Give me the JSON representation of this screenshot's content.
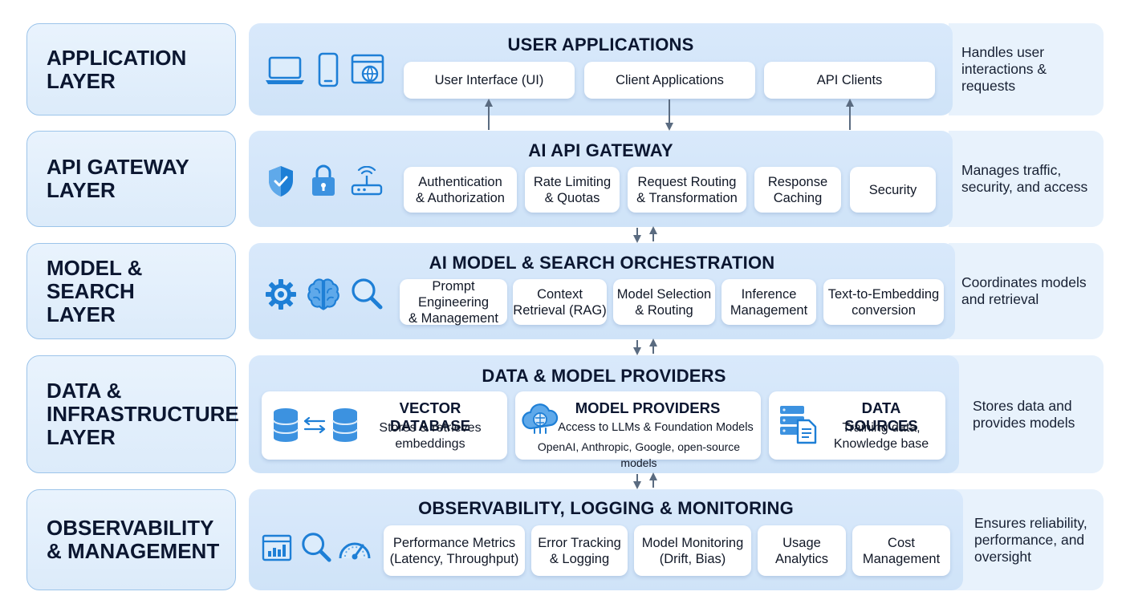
{
  "layers": [
    {
      "label": "APPLICATION\nLAYER",
      "title": "USER APPLICATIONS",
      "description": "Handles user\ninteractions & requests",
      "icons": [
        "laptop-icon",
        "smartphone-icon",
        "web-browser-icon"
      ],
      "components": [
        "User Interface (UI)",
        "Client Applications",
        "API Clients"
      ]
    },
    {
      "label": "API GATEWAY\nLAYER",
      "title": "AI API GATEWAY",
      "description": "Manages traffic,\nsecurity, and access",
      "icons": [
        "shield-icon",
        "lock-icon",
        "router-icon"
      ],
      "components": [
        "Authentication\n& Authorization",
        "Rate Limiting\n& Quotas",
        "Request Routing\n& Transformation",
        "Response\nCaching",
        "Security"
      ]
    },
    {
      "label": "MODEL & SEARCH\nLAYER",
      "title": "AI MODEL & SEARCH ORCHESTRATION",
      "description": "Coordinates models\nand retrieval",
      "icons": [
        "gear-icon",
        "brain-icon",
        "search-icon"
      ],
      "components": [
        "Prompt Engineering\n& Management",
        "Context\nRetrieval (RAG)",
        "Model Selection\n& Routing",
        "Inference\nManagement",
        "Text-to-Embedding\nconversion"
      ]
    },
    {
      "label": "DATA &\nINFRASTRUCTURE\nLAYER",
      "title": "DATA & MODEL PROVIDERS",
      "description": "Stores data and\nprovides models",
      "providers": [
        {
          "icon": "database-sync-icon",
          "title": "VECTOR DATABASE",
          "lines": [
            "Stores & retrieves\nembeddings"
          ]
        },
        {
          "icon": "cloud-brain-icon",
          "title": "MODEL PROVIDERS",
          "lines": [
            "Access to LLMs & Foundation Models",
            "OpenAI, Anthropic, Google, open-source models"
          ]
        },
        {
          "icon": "data-sources-icon",
          "title": "DATA SOURCES",
          "lines": [
            "Training data,\nKnowledge base"
          ]
        }
      ]
    },
    {
      "label": "OBSERVABILITY\n& MANAGEMENT",
      "title": "OBSERVABILITY, LOGGING & MONITORING",
      "description": "Ensures reliability,\nperformance, and\noversight",
      "icons": [
        "dashboard-chart-icon",
        "search-icon",
        "speedometer-icon"
      ],
      "components": [
        "Performance Metrics\n(Latency, Throughput)",
        "Error Tracking\n& Logging",
        "Model Monitoring\n(Drift, Bias)",
        "Usage\nAnalytics",
        "Cost\nManagement"
      ]
    }
  ],
  "colors": {
    "accent": "#1e7fd6",
    "panel": "#d9e9fb",
    "border": "#9cc4ea",
    "arrow": "#5a6b80"
  }
}
